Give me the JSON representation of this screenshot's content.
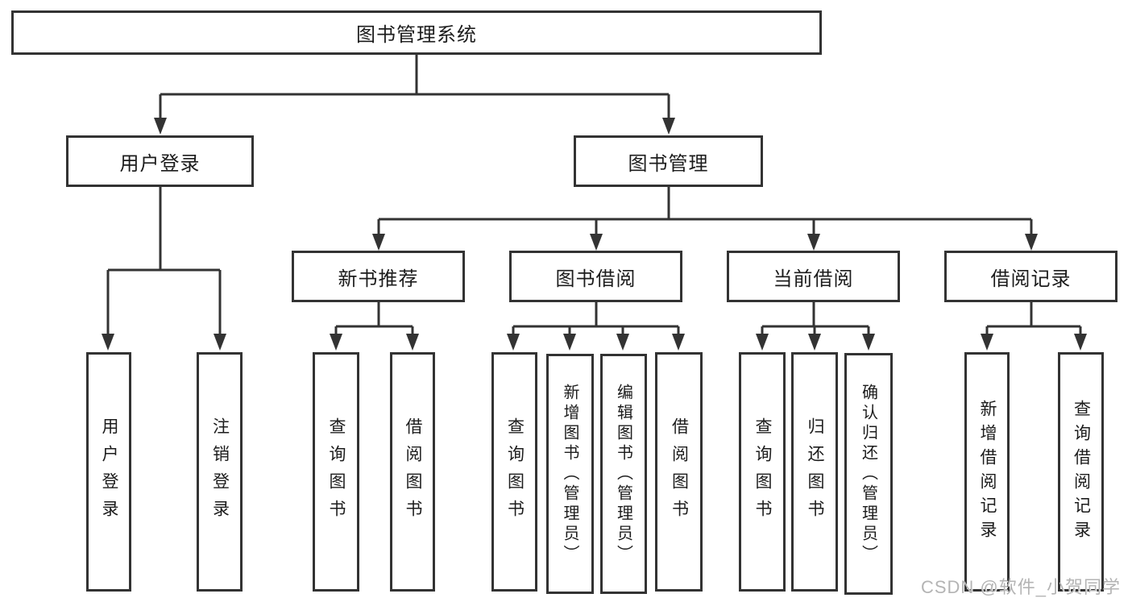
{
  "diagram": {
    "root": "图书管理系统",
    "branches": {
      "user_login": "用户登录",
      "book_management": "图书管理"
    },
    "modules": {
      "recommend": "新书推荐",
      "borrow": "图书借阅",
      "current": "当前借阅",
      "record": "借阅记录"
    },
    "leaves": {
      "user_login": [
        "用户登录",
        "注销登录"
      ],
      "recommend": [
        "查询图书",
        "借阅图书"
      ],
      "borrow": [
        "查询图书",
        "新增图书（管理员）",
        "编辑图书（管理员）",
        "借阅图书"
      ],
      "current": [
        "查询图书",
        "归还图书",
        "确认归还（管理员）"
      ],
      "record": [
        "新增借阅记录",
        "查询借阅记录"
      ]
    }
  },
  "watermark": {
    "text": "CSDN @软件_小贺同学"
  },
  "colors": {
    "line": "#333333",
    "border": "#333333",
    "text": "#1c1c1c",
    "watermark": "#b4b4b4",
    "background": "#ffffff"
  }
}
